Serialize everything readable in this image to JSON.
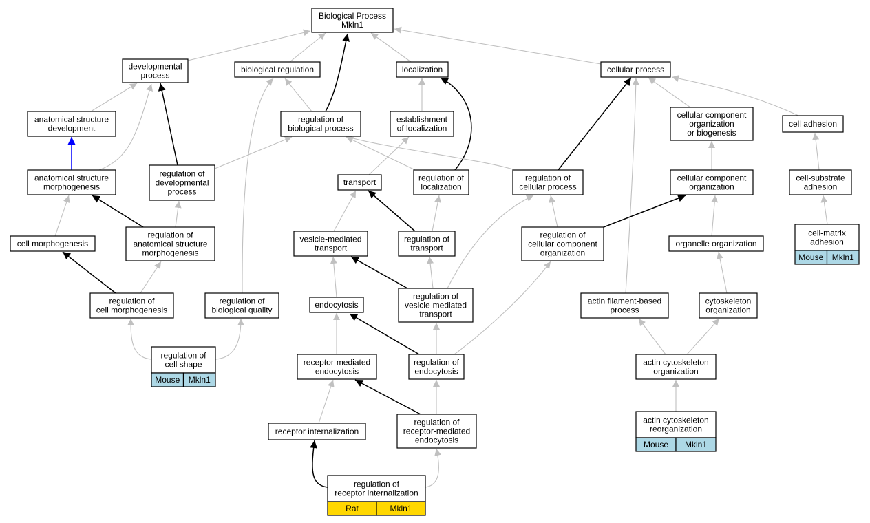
{
  "colors": {
    "background": "#ffffff",
    "node_border": "#000000",
    "edge_gray": "#c0c0c0",
    "edge_black": "#000000",
    "edge_blue": "#0000ff",
    "annot_mouse": "#add8e6",
    "annot_rat": "#ffd700"
  },
  "nodes": {
    "bp": [
      "Biological Process",
      "Mkln1"
    ],
    "dev_proc": [
      "developmental",
      "process"
    ],
    "bio_reg": [
      "biological regulation"
    ],
    "localization": [
      "localization"
    ],
    "cell_proc": [
      "cellular process"
    ],
    "anat_dev": [
      "anatomical structure",
      "development"
    ],
    "reg_bio_proc": [
      "regulation of",
      "biological process"
    ],
    "est_loc": [
      "establishment",
      "of localization"
    ],
    "ccobg": [
      "cellular component",
      "organization",
      "or biogenesis"
    ],
    "cell_adh": [
      "cell adhesion"
    ],
    "anat_morph": [
      "anatomical structure",
      "morphogenesis"
    ],
    "reg_dev": [
      "regulation of",
      "developmental",
      "process"
    ],
    "transport": [
      "transport"
    ],
    "reg_loc": [
      "regulation of",
      "localization"
    ],
    "reg_cell_proc": [
      "regulation of",
      "cellular process"
    ],
    "cco": [
      "cellular component",
      "organization"
    ],
    "cell_sub_adh": [
      "cell-substrate",
      "adhesion"
    ],
    "cell_morph": [
      "cell morphogenesis"
    ],
    "reg_anat_morph": [
      "regulation of",
      "anatomical structure",
      "morphogenesis"
    ],
    "ves_transport": [
      "vesicle-mediated",
      "transport"
    ],
    "reg_transport": [
      "regulation of",
      "transport"
    ],
    "reg_cco": [
      "regulation of",
      "cellular component",
      "organization"
    ],
    "organelle_org": [
      "organelle organization"
    ],
    "cell_matrix": [
      "cell-matrix",
      "adhesion"
    ],
    "reg_cell_morph": [
      "regulation of",
      "cell morphogenesis"
    ],
    "reg_bio_qual": [
      "regulation of",
      "biological quality"
    ],
    "endocytosis": [
      "endocytosis"
    ],
    "reg_ves": [
      "regulation of",
      "vesicle-mediated",
      "transport"
    ],
    "actin_fil": [
      "actin filament-based",
      "process"
    ],
    "cytoskel_org": [
      "cytoskeleton",
      "organization"
    ],
    "reg_cell_shape": [
      "regulation of",
      "cell shape"
    ],
    "rec_endo": [
      "receptor-mediated",
      "endocytosis"
    ],
    "reg_endo": [
      "regulation of",
      "endocytosis"
    ],
    "actin_cyto_org": [
      "actin cytoskeleton",
      "organization"
    ],
    "rec_intern": [
      "receptor internalization"
    ],
    "reg_rec_endo": [
      "regulation of",
      "receptor-mediated",
      "endocytosis"
    ],
    "actin_cyto_reorg": [
      "actin cytoskeleton",
      "reorganization"
    ],
    "reg_rec_intern": [
      "regulation of",
      "receptor internalization"
    ]
  },
  "annotations": {
    "cell_matrix": [
      "Mouse",
      "Mkln1"
    ],
    "reg_cell_shape": [
      "Mouse",
      "Mkln1"
    ],
    "actin_cyto_reorg": [
      "Mouse",
      "Mkln1"
    ],
    "reg_rec_intern": [
      "Rat",
      "Mkln1"
    ]
  },
  "edges": [
    {
      "from": "dev_proc",
      "to": "bp",
      "style": "gray"
    },
    {
      "from": "bio_reg",
      "to": "bp",
      "style": "gray"
    },
    {
      "from": "localization",
      "to": "bp",
      "style": "gray"
    },
    {
      "from": "cell_proc",
      "to": "bp",
      "style": "gray"
    },
    {
      "from": "reg_bio_proc",
      "to": "bp",
      "style": "black"
    },
    {
      "from": "anat_dev",
      "to": "dev_proc",
      "style": "gray"
    },
    {
      "from": "anat_morph",
      "to": "dev_proc",
      "style": "gray"
    },
    {
      "from": "reg_dev",
      "to": "dev_proc",
      "style": "black"
    },
    {
      "from": "anat_morph",
      "to": "anat_dev",
      "style": "blue"
    },
    {
      "from": "reg_bio_proc",
      "to": "bio_reg",
      "style": "gray"
    },
    {
      "from": "reg_bio_qual",
      "to": "bio_reg",
      "style": "gray"
    },
    {
      "from": "est_loc",
      "to": "localization",
      "style": "gray"
    },
    {
      "from": "reg_loc",
      "to": "localization",
      "style": "black"
    },
    {
      "from": "reg_cell_proc",
      "to": "cell_proc",
      "style": "black"
    },
    {
      "from": "ccobg",
      "to": "cell_proc",
      "style": "gray"
    },
    {
      "from": "cell_adh",
      "to": "cell_proc",
      "style": "gray"
    },
    {
      "from": "actin_fil",
      "to": "cell_proc",
      "style": "gray"
    },
    {
      "from": "reg_dev",
      "to": "reg_bio_proc",
      "style": "gray"
    },
    {
      "from": "reg_loc",
      "to": "reg_bio_proc",
      "style": "gray"
    },
    {
      "from": "reg_cell_proc",
      "to": "reg_bio_proc",
      "style": "gray"
    },
    {
      "from": "transport",
      "to": "est_loc",
      "style": "gray"
    },
    {
      "from": "cco",
      "to": "ccobg",
      "style": "gray"
    },
    {
      "from": "cell_sub_adh",
      "to": "cell_adh",
      "style": "gray"
    },
    {
      "from": "cell_morph",
      "to": "anat_morph",
      "style": "gray"
    },
    {
      "from": "reg_anat_morph",
      "to": "anat_morph",
      "style": "black"
    },
    {
      "from": "reg_anat_morph",
      "to": "reg_dev",
      "style": "gray"
    },
    {
      "from": "ves_transport",
      "to": "transport",
      "style": "gray"
    },
    {
      "from": "reg_transport",
      "to": "transport",
      "style": "black"
    },
    {
      "from": "reg_transport",
      "to": "reg_loc",
      "style": "gray"
    },
    {
      "from": "reg_cco",
      "to": "reg_cell_proc",
      "style": "gray"
    },
    {
      "from": "reg_ves",
      "to": "reg_cell_proc",
      "style": "gray"
    },
    {
      "from": "reg_cco",
      "to": "cco",
      "style": "black"
    },
    {
      "from": "organelle_org",
      "to": "cco",
      "style": "gray"
    },
    {
      "from": "cell_matrix",
      "to": "cell_sub_adh",
      "style": "gray"
    },
    {
      "from": "reg_cell_morph",
      "to": "cell_morph",
      "style": "black"
    },
    {
      "from": "reg_cell_morph",
      "to": "reg_anat_morph",
      "style": "gray"
    },
    {
      "from": "endocytosis",
      "to": "ves_transport",
      "style": "gray"
    },
    {
      "from": "reg_ves",
      "to": "ves_transport",
      "style": "black"
    },
    {
      "from": "reg_ves",
      "to": "reg_transport",
      "style": "gray"
    },
    {
      "from": "reg_endo",
      "to": "reg_cco",
      "style": "gray"
    },
    {
      "from": "cytoskel_org",
      "to": "organelle_org",
      "style": "gray"
    },
    {
      "from": "reg_endo",
      "to": "reg_ves",
      "style": "gray"
    },
    {
      "from": "reg_endo",
      "to": "endocytosis",
      "style": "black"
    },
    {
      "from": "rec_endo",
      "to": "endocytosis",
      "style": "gray"
    },
    {
      "from": "actin_cyto_org",
      "to": "actin_fil",
      "style": "gray"
    },
    {
      "from": "actin_cyto_org",
      "to": "cytoskel_org",
      "style": "gray"
    },
    {
      "from": "reg_cell_shape",
      "to": "reg_cell_morph",
      "style": "gray"
    },
    {
      "from": "reg_cell_shape",
      "to": "reg_bio_qual",
      "style": "gray"
    },
    {
      "from": "rec_intern",
      "to": "rec_endo",
      "style": "gray"
    },
    {
      "from": "reg_rec_endo",
      "to": "rec_endo",
      "style": "black"
    },
    {
      "from": "reg_rec_endo",
      "to": "reg_endo",
      "style": "gray"
    },
    {
      "from": "actin_cyto_reorg",
      "to": "actin_cyto_org",
      "style": "gray"
    },
    {
      "from": "reg_rec_intern",
      "to": "rec_intern",
      "style": "black"
    },
    {
      "from": "reg_rec_intern",
      "to": "reg_rec_endo",
      "style": "gray"
    }
  ]
}
